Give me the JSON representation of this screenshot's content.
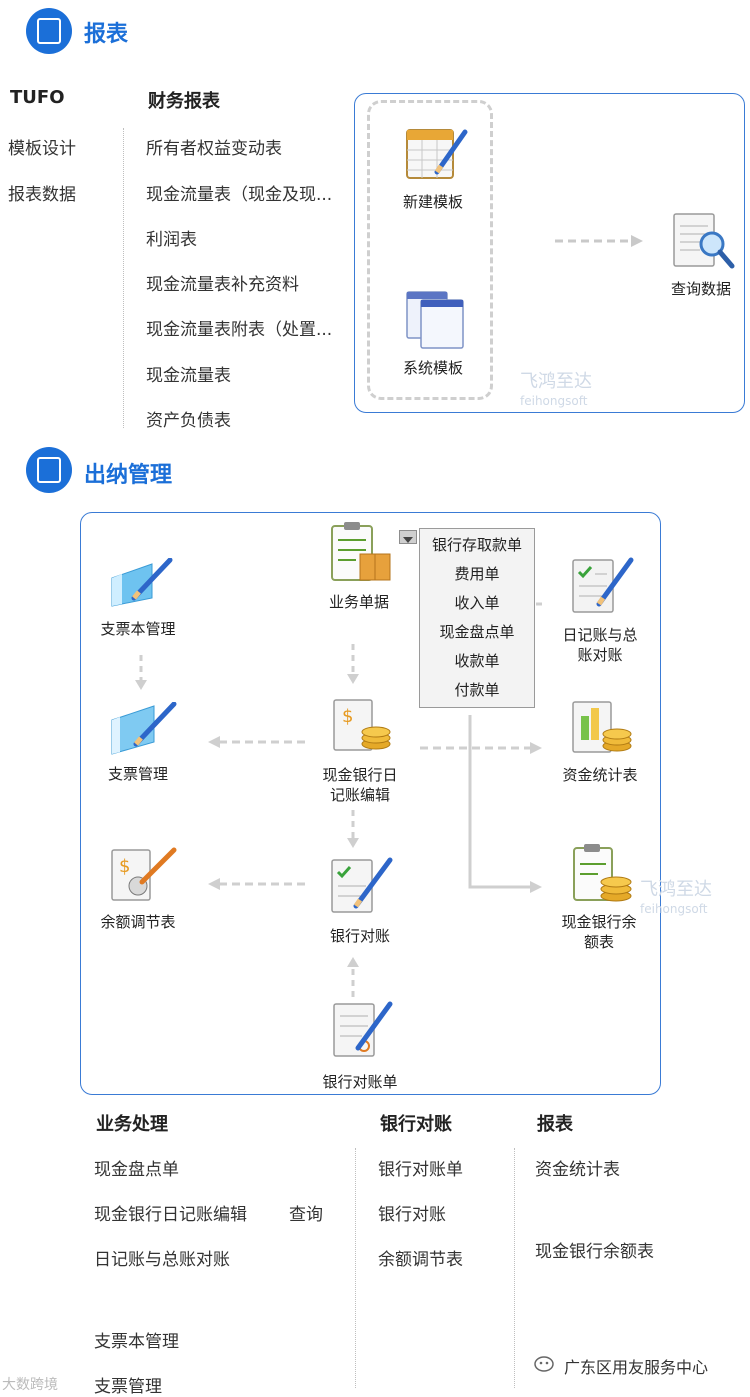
{
  "reports_section": {
    "title": "报表",
    "tufo": {
      "heading": "TUFO",
      "items": [
        "模板设计",
        "报表数据"
      ]
    },
    "financial": {
      "heading": "财务报表",
      "items": [
        "所有者权益变动表",
        "现金流量表（现金及现...",
        "利润表",
        "现金流量表补充资料",
        "现金流量表附表（处置...",
        "现金流量表",
        "资产负债表"
      ]
    },
    "diagram": {
      "new_template": "新建模板",
      "system_template": "系统模板",
      "query_data": "查询数据",
      "watermark_cn": "飞鸿至达",
      "watermark_en": "feihongsoft"
    }
  },
  "cashier_section": {
    "title": "出纳管理",
    "nodes": {
      "cheque_book": "支票本管理",
      "business_docs": "业务单据",
      "journal_recon": "日记账与总\n账对账",
      "cheque_mgmt": "支票管理",
      "cash_bank_journal": "现金银行日\n记账编辑",
      "fund_stats": "资金统计表",
      "balance_adjust": "余额调节表",
      "bank_recon": "银行对账",
      "cash_bank_balance": "现金银行余\n额表",
      "bank_statement": "银行对账单"
    },
    "dropdown_items": [
      "银行存取款单",
      "费用单",
      "收入单",
      "现金盘点单",
      "收款单",
      "付款单"
    ],
    "watermark_cn": "飞鸿至达",
    "watermark_en": "feihongsoft"
  },
  "bottom_menu": {
    "business": {
      "heading": "业务处理",
      "items": [
        "现金盘点单",
        "现金银行日记账编辑",
        "日记账与总账对账",
        "支票本管理",
        "支票管理"
      ],
      "extra": "查询"
    },
    "bank": {
      "heading": "银行对账",
      "items": [
        "银行对账单",
        "银行对账",
        "余额调节表"
      ]
    },
    "report": {
      "heading": "报表",
      "items": [
        "资金统计表",
        "现金银行余额表"
      ]
    }
  },
  "footer": {
    "left_logo": "大数跨境",
    "right_text": "广东区用友服务中心"
  },
  "colors": {
    "accent": "#1b6fd8",
    "panel_border": "#3a7bd5"
  }
}
